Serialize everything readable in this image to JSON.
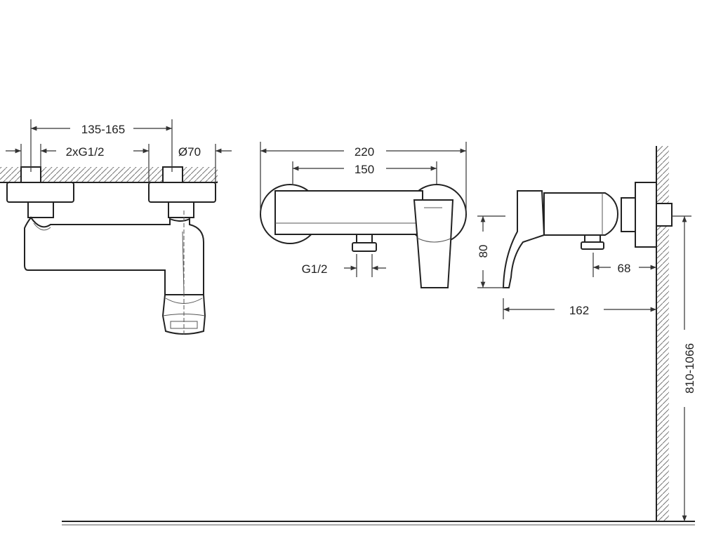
{
  "dimensions": {
    "front": {
      "spacing": "135-165",
      "connections": "2xG1/2",
      "diameter": "Ø70"
    },
    "top": {
      "overall_width": "220",
      "handle_span": "150",
      "outlet_thread": "G1/2"
    },
    "side": {
      "height": "80",
      "outlet_offset": "68",
      "projection": "162",
      "install_height": "810-1066"
    }
  },
  "colors": {
    "line": "#222222",
    "hatch": "#777777",
    "background": "#ffffff"
  }
}
